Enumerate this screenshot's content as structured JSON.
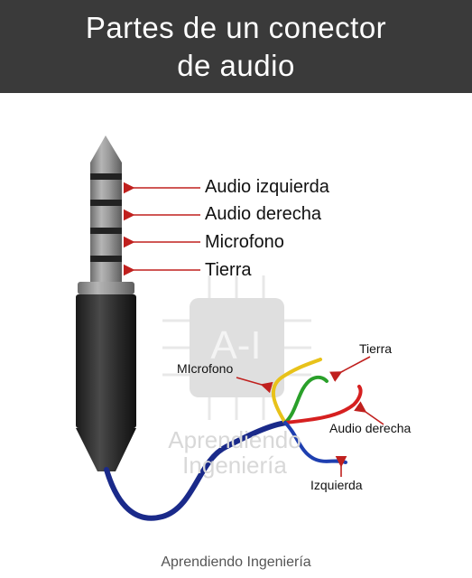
{
  "header": {
    "title_line1": "Partes de un conector",
    "title_line2": "de audio"
  },
  "jack_labels": {
    "left_audio": "Audio izquierda",
    "right_audio": "Audio derecha",
    "microphone": "Microfono",
    "ground": "Tierra"
  },
  "wire_labels": {
    "ground": "Tierra",
    "microphone": "MIcrofono",
    "right_audio": "Audio derecha",
    "left": "Izquierda"
  },
  "watermark": {
    "chip_text": "A-I",
    "line1": "Aprendiendo",
    "line2": "Ingeniería"
  },
  "footer": {
    "credit": "Aprendiendo Ingeniería"
  },
  "colors": {
    "header_bg": "#3a3a3a",
    "arrow_red": "#c0201e",
    "cable_blue": "#1a2a8a",
    "wire_yellow": "#e8c21a",
    "wire_green": "#2aa02a",
    "wire_red": "#d62020",
    "wire_blue": "#1e3fb0"
  }
}
